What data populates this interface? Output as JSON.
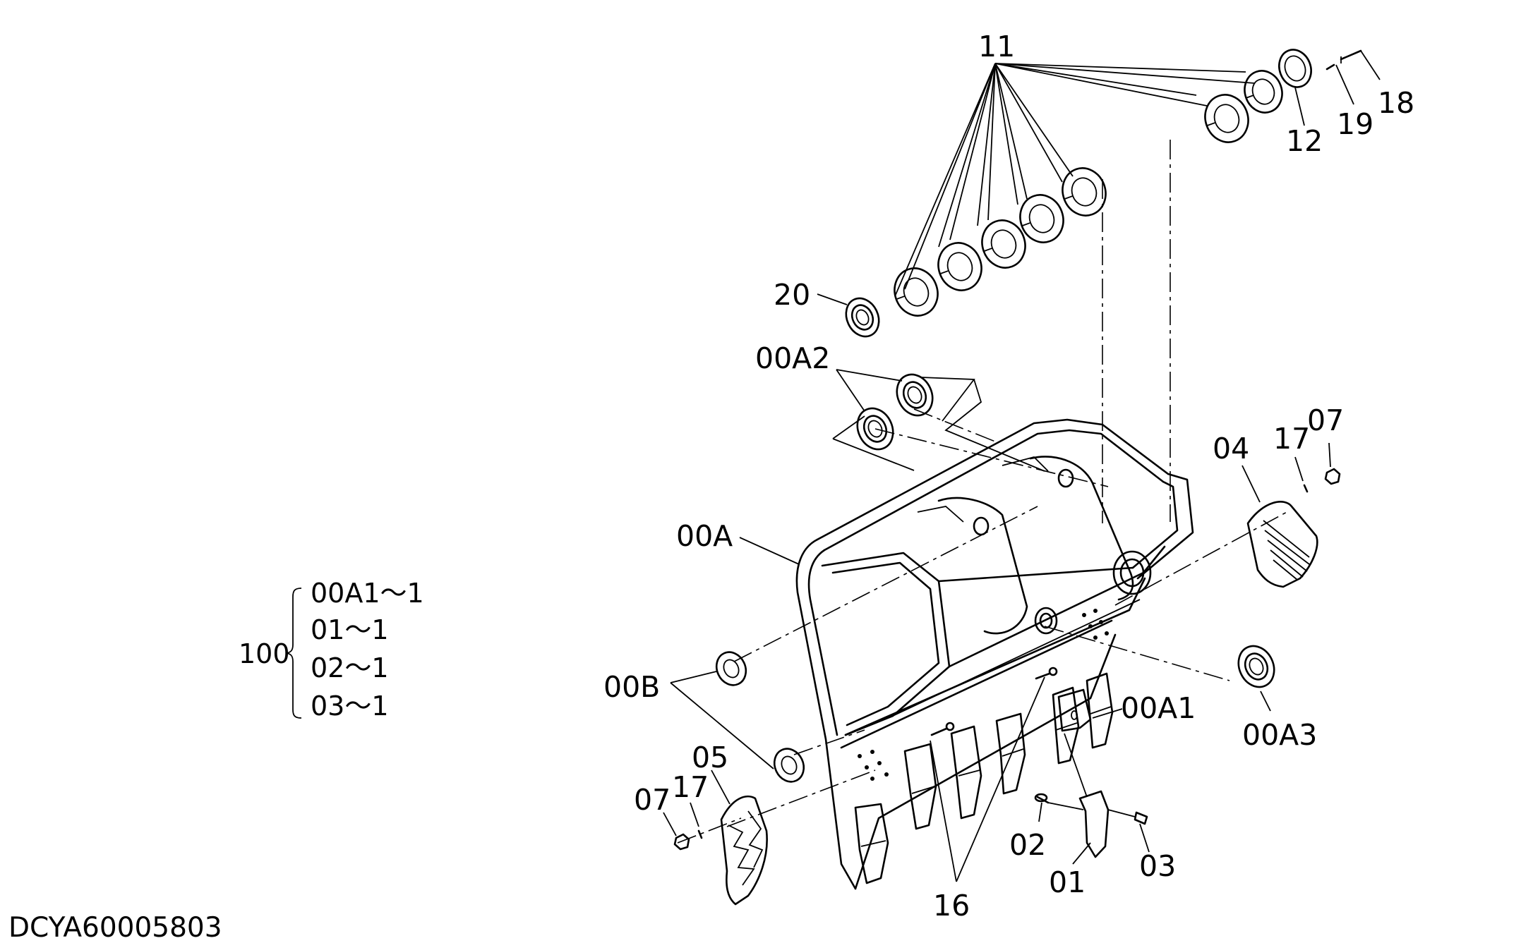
{
  "document_id": "DCYA60005803",
  "callouts": {
    "p11": "11",
    "p12": "12",
    "p18": "18",
    "p19": "19",
    "p20": "20",
    "p00A2": "00A2",
    "p00A": "00A",
    "p04": "04",
    "p17_right": "17",
    "p07_right": "07",
    "p00B": "00B",
    "p05": "05",
    "p07_left": "07",
    "p17_left": "17",
    "p00A1": "00A1",
    "p00A3": "00A3",
    "p02": "02",
    "p01": "01",
    "p03": "03",
    "p16": "16"
  },
  "assembly_legend": {
    "parent": "100",
    "items": [
      "00A1～1",
      "01～1",
      "02～1",
      "03～1"
    ]
  },
  "colors": {
    "ink": "#000000",
    "paper": "#ffffff"
  }
}
